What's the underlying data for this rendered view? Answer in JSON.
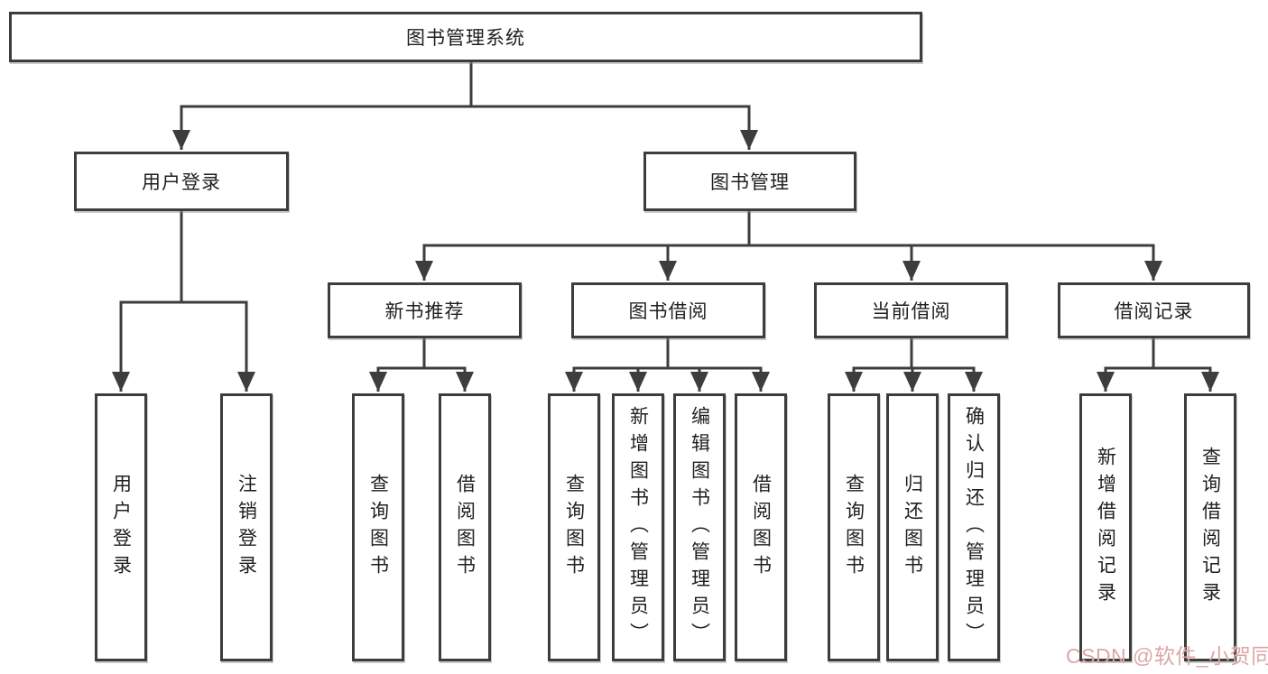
{
  "colors": {
    "line": "#3d3d3d",
    "text": "#1f1f1f",
    "background": "#ffffff",
    "watermark": "#dda6a6"
  },
  "watermark": {
    "text": "CSDN @软件_小贺同学"
  },
  "tree": {
    "root": {
      "label": "图书管理系统"
    },
    "branches": [
      {
        "label": "用户登录",
        "children": [
          {
            "label": "用户登录"
          },
          {
            "label": "注销登录"
          }
        ]
      },
      {
        "label": "图书管理",
        "children": [
          {
            "label": "新书推荐",
            "children": [
              {
                "label": "查询图书"
              },
              {
                "label": "借阅图书"
              }
            ]
          },
          {
            "label": "图书借阅",
            "children": [
              {
                "label": "查询图书"
              },
              {
                "label": "新增图书（管理员）"
              },
              {
                "label": "编辑图书（管理员）"
              },
              {
                "label": "借阅图书"
              }
            ]
          },
          {
            "label": "当前借阅",
            "children": [
              {
                "label": "查询图书"
              },
              {
                "label": "归还图书"
              },
              {
                "label": "确认归还（管理员）"
              }
            ]
          },
          {
            "label": "借阅记录",
            "children": [
              {
                "label": "新增借阅记录"
              },
              {
                "label": "查询借阅记录"
              }
            ]
          }
        ]
      }
    ]
  }
}
